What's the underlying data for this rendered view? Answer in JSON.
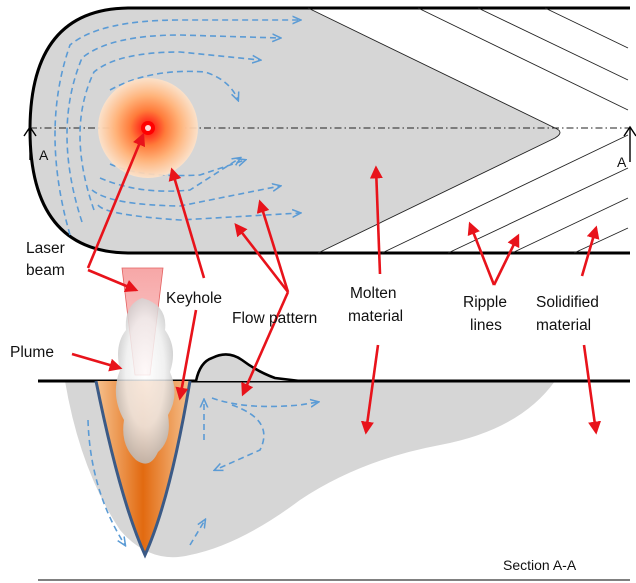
{
  "labels": {
    "laser_beam_line1": "Laser",
    "laser_beam_line2": "beam",
    "keyhole": "Keyhole",
    "flow_pattern": "Flow pattern",
    "molten_line1": "Molten",
    "molten_line2": "material",
    "ripple_line1": "Ripple",
    "ripple_line2": "lines",
    "solidified_line1": "Solidified",
    "solidified_line2": "material",
    "plume": "Plume",
    "section_marker_left": "A",
    "section_marker_right": "A",
    "section_caption": "Section A-A"
  },
  "colors": {
    "molten_pool": "#d6d6d6",
    "outline": "#000000",
    "flow_arrows": "#5b9bd5",
    "callout_arrows": "#e8131b",
    "laser_spot": "#ff2020",
    "keyhole_fill": "#e8741c",
    "keyhole_wall": "#3b5a86"
  }
}
